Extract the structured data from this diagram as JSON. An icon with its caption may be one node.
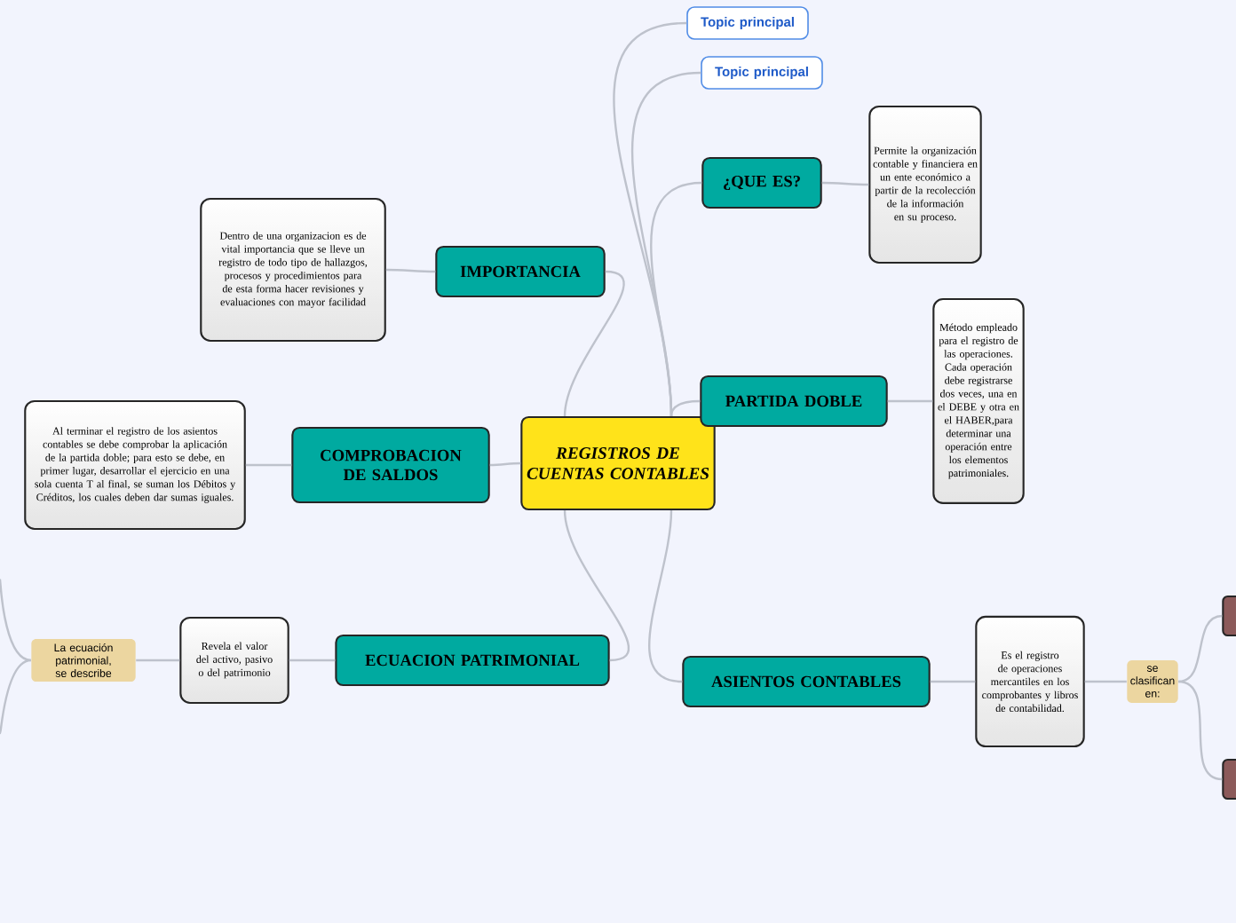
{
  "diagram": {
    "nodes": [
      {
        "text": [
          "REGISTROS DE CUENTAS CONTABLES"
        ]
      },
      {
        "text": [
          "Topic principal"
        ]
      },
      {
        "text": [
          "Topic principal"
        ]
      },
      {
        "text": [
          "¿QUE ES?"
        ]
      },
      {
        "text": [
          "Permite la organización contable y financiera en un ente económico a partir de la recolección de la información en su proceso."
        ]
      },
      {
        "text": [
          "IMPORTANCIA"
        ]
      },
      {
        "text": [
          "Dentro de una organizacion es de vital importancia que se lleve un registro de todo tipo de hallazgos, procesos y procedimientos para de esta forma hacer revisiones y evaluaciones con mayor facilidad"
        ]
      },
      {
        "text": [
          "PARTIDA DOBLE"
        ]
      },
      {
        "text": [
          "Método empleado para el registro de las operaciones. Cada operación debe registrarse dos veces, una en el DEBE y otra en el HABER,para determinar una operación entre los elementos patrimoniales."
        ]
      },
      {
        "text": [
          "COMPROBACION DE SALDOS"
        ]
      },
      {
        "text": [
          "Al terminar el registro de los asientos contables se debe comprobar la aplicación de la partida doble; para esto se debe, en primer lugar, desarrollar el ejercicio en una sola cuenta T al final, se suman los Débitos y Créditos, los cuales deben dar sumas iguales."
        ]
      },
      {
        "text": [
          "ECUACION PATRIMONIAL"
        ]
      },
      {
        "text": [
          "Revela el valor del activo, pasivo o del patrimonio"
        ]
      },
      {
        "text": [
          "La ecuación patrimonial, se describe"
        ]
      },
      {
        "text": [
          "ASIENTOS CONTABLES"
        ]
      },
      {
        "text": [
          "Es el registro de operaciones mercantiles en los comprobantes y libros de contabilidad."
        ]
      },
      {
        "text": [
          "se clasifican en:"
        ]
      },
      {
        "text": [],
        "shape": "box"
      },
      {
        "text": [],
        "shape": "box"
      }
    ],
    "edges": [
      {
        "from": 0,
        "to": 1,
        "arrow": "none"
      },
      {
        "from": 0,
        "to": 2,
        "arrow": "none"
      },
      {
        "from": 0,
        "to": 3,
        "arrow": "none"
      },
      {
        "from": 3,
        "to": 4,
        "arrow": "none"
      },
      {
        "from": 0,
        "to": 5,
        "arrow": "none"
      },
      {
        "from": 5,
        "to": 6,
        "arrow": "none"
      },
      {
        "from": 0,
        "to": 7,
        "arrow": "none"
      },
      {
        "from": 7,
        "to": 8,
        "arrow": "none"
      },
      {
        "from": 0,
        "to": 9,
        "arrow": "none"
      },
      {
        "from": 9,
        "to": 10,
        "arrow": "none"
      },
      {
        "from": 0,
        "to": 11,
        "arrow": "none"
      },
      {
        "from": 11,
        "to": 12,
        "arrow": "none"
      },
      {
        "from": 12,
        "to": 13,
        "arrow": "none"
      },
      {
        "from": 13,
        "to": null,
        "arrow": "none"
      },
      {
        "from": 13,
        "to": null,
        "arrow": "none"
      },
      {
        "from": 0,
        "to": 14,
        "arrow": "none"
      },
      {
        "from": 14,
        "to": 15,
        "arrow": "none"
      },
      {
        "from": 15,
        "to": 16,
        "arrow": "none"
      },
      {
        "from": 16,
        "to": 17,
        "arrow": "none"
      },
      {
        "from": 16,
        "to": 18,
        "arrow": "none"
      }
    ]
  }
}
